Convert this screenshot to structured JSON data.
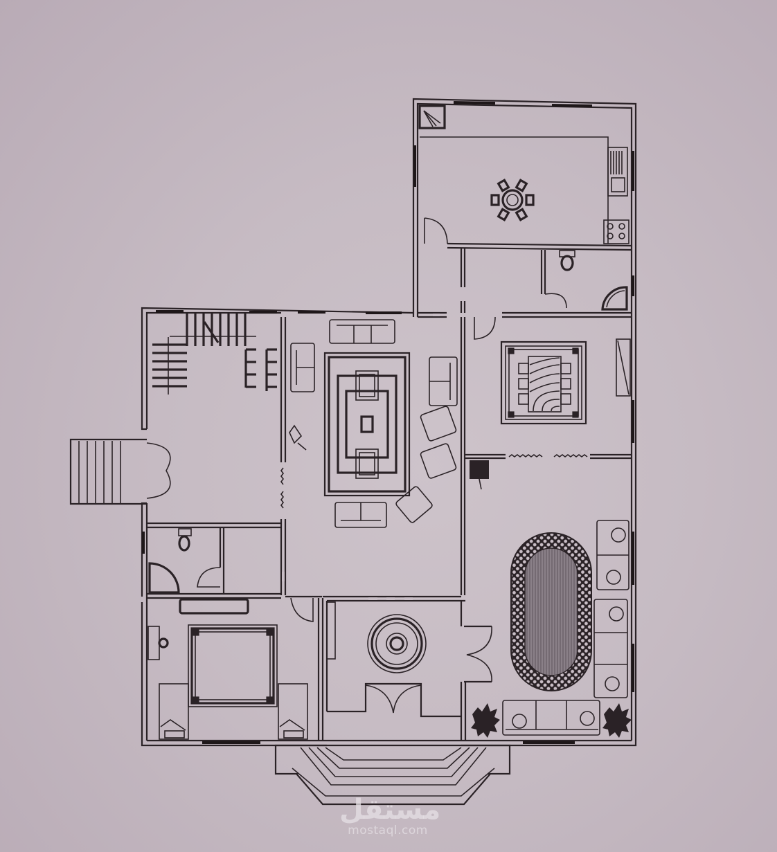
{
  "diagram": {
    "type": "architectural-floor-plan",
    "background_color": "#c9bec6",
    "line_color": "#2a2226",
    "rooms": [
      {
        "id": "kitchen",
        "furniture": [
          "round-dining-table-6-chairs",
          "sink",
          "stove",
          "shower-corner"
        ]
      },
      {
        "id": "service-corridor"
      },
      {
        "id": "storage"
      },
      {
        "id": "wc-upper-right",
        "furniture": [
          "toilet",
          "corner-sink"
        ]
      },
      {
        "id": "dining-room",
        "furniture": [
          "dining-table-6-chairs",
          "rug",
          "sideboard"
        ]
      },
      {
        "id": "staircase-hall",
        "furniture": [
          "staircase"
        ]
      },
      {
        "id": "living-room",
        "furniture": [
          "sofa-3",
          "sofa-2",
          "armchair",
          "armchair",
          "armchair",
          "rug",
          "coffee-tables",
          "lamp"
        ]
      },
      {
        "id": "wc-left",
        "furniture": [
          "toilet",
          "corner-sink"
        ]
      },
      {
        "id": "closet"
      },
      {
        "id": "bedroom",
        "furniture": [
          "bed",
          "nightstand",
          "nightstand",
          "dresser",
          "basin"
        ]
      },
      {
        "id": "entrance-lobby",
        "furniture": [
          "round-medallion"
        ]
      },
      {
        "id": "majlis",
        "furniture": [
          "oval-rug",
          "sofa-3",
          "sofa-2",
          "sofa-2",
          "plant",
          "plant"
        ]
      },
      {
        "id": "front-steps"
      },
      {
        "id": "side-steps"
      }
    ]
  },
  "watermark": {
    "arabic": "مستقل",
    "latin": "mostaql.com"
  }
}
